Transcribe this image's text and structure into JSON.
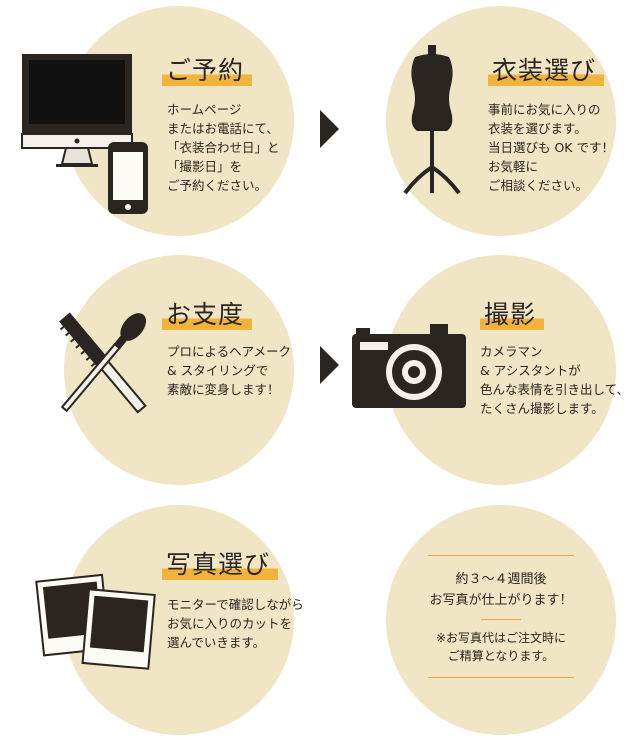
{
  "steps": [
    {
      "title": "ご予約",
      "lines": [
        "ホームページ",
        "またはお電話にて、",
        "「衣装合わせ日」と",
        "「撮影日」を",
        "ご予約ください。"
      ],
      "icon": "computer-phone-icon"
    },
    {
      "title": "衣装選び",
      "lines": [
        "事前にお気に入りの",
        "衣装を選びます。",
        "当日選びも OK です！",
        "お気軽に",
        "ご相談ください。"
      ],
      "icon": "dress-form-icon"
    },
    {
      "title": "お支度",
      "lines": [
        "プロによるヘアメーク",
        "& スタイリングで",
        "素敵に変身します！"
      ],
      "icon": "brush-comb-icon"
    },
    {
      "title": "撮影",
      "lines": [
        "カメラマン",
        "& アシスタントが",
        "色んな表情を引き出して、",
        "たくさん撮影します。"
      ],
      "icon": "camera-icon"
    },
    {
      "title": "写真選び",
      "lines": [
        "モニターで確認しながら",
        "お気に入りのカットを",
        "選んでいきます。"
      ],
      "icon": "photos-icon"
    }
  ],
  "note": {
    "main_lines": [
      "約３〜４週間後",
      "お写真が仕上がります！"
    ],
    "sub_lines": [
      "※お写真代はご注文時に",
      "ご精算となります。"
    ]
  },
  "colors": {
    "circle": "#f0e5c4",
    "accent": "#f2b33a",
    "ink": "#2a2520"
  }
}
